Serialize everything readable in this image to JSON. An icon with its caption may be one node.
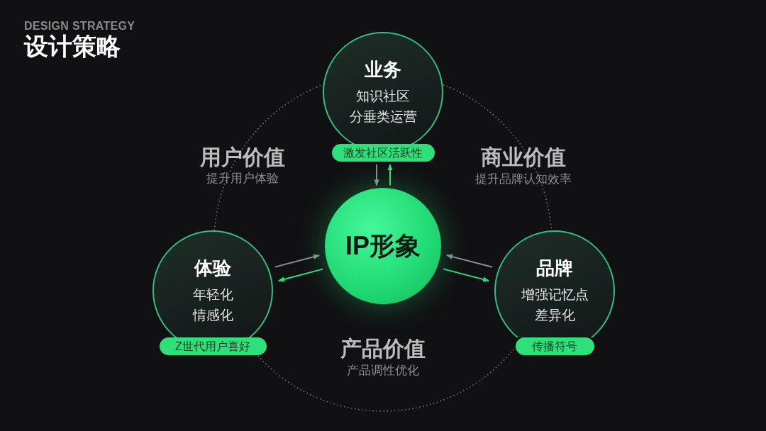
{
  "diagram": {
    "title": "设计策略",
    "nodes": [
      {
        "text": [
          "业务",
          "知识社区",
          "分垂类运营"
        ]
      },
      {
        "text": [
          "激发社区活跃性"
        ]
      },
      {
        "text": [
          "体验",
          "年轻化",
          "情感化"
        ]
      },
      {
        "text": [
          "Z世代用户喜好"
        ]
      },
      {
        "text": [
          "IP形象"
        ]
      },
      {
        "text": [
          "品牌",
          "增强记忆点",
          "差异化"
        ]
      },
      {
        "text": [
          "传播符号"
        ]
      }
    ],
    "edges": [
      {
        "from": 1,
        "to": 4,
        "arrow": "to"
      },
      {
        "from": 4,
        "to": 1,
        "arrow": "to",
        "color": "#2ee07a"
      },
      {
        "from": 2,
        "to": 4,
        "arrow": "to"
      },
      {
        "from": 4,
        "to": 2,
        "arrow": "to",
        "color": "#2ee07a"
      },
      {
        "from": 5,
        "to": 4,
        "arrow": "to"
      },
      {
        "from": 4,
        "to": 5,
        "arrow": "to",
        "color": "#2ee07a"
      }
    ],
    "labels": [
      "DESIGN STRATEGY",
      "用户价值",
      "提升用户体验",
      "商业价值",
      "提升品牌认知效率",
      "产品价值",
      "产品调性优化"
    ]
  }
}
